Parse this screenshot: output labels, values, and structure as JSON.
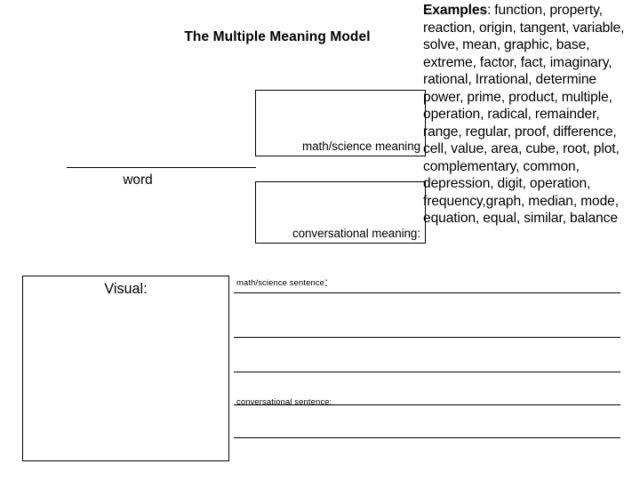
{
  "slide": {
    "title": "The Multiple Meaning Model"
  },
  "examples": {
    "lead_label": "Examples",
    "lead_separator": ": ",
    "terms_text": "function, property, reaction, origin, tangent, variable, solve, mean, graphic, base, extreme, factor, fact, imaginary, rational, Irrational, determine power, prime, product, multiple, operation, radical, remainder, range, regular, proof, difference, cell, value, area, cube, root, plot, complementary, common, depression, digit, operation, frequency,graph, median, mode, equation, equal, similar, balance",
    "terms_list": [
      "function",
      "property",
      "reaction",
      "origin",
      "tangent",
      "variable",
      "solve",
      "mean",
      "graphic",
      "base",
      "extreme",
      "factor",
      "fact",
      "imaginary",
      "rational",
      "Irrational",
      "determine power",
      "prime",
      "product",
      "multiple",
      "operation",
      "radical",
      "remainder",
      "range",
      "regular",
      "proof",
      "difference",
      "cell",
      "value",
      "area",
      "cube",
      "root",
      "plot",
      "complementary",
      "common",
      "depression",
      "digit",
      "operation",
      "frequency",
      "graph",
      "median",
      "mode",
      "equation",
      "equal",
      "similar",
      "balance"
    ]
  },
  "diagram": {
    "word_label": "word",
    "math_science_meaning_label": "math/science meaning",
    "conversational_meaning_label": "conversational meaning:",
    "visual_label": "Visual:",
    "math_science_sentence_label": "math/science sentence",
    "math_science_sentence_colon": ":",
    "conversational_sentence_label": "conversational sentence:"
  },
  "colors": {
    "background": "#ffffff",
    "ink": "#000000"
  }
}
